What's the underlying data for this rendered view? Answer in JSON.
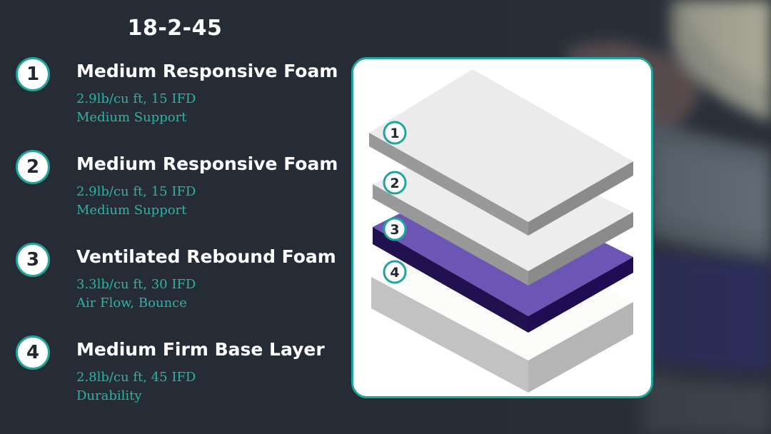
{
  "title": "18-2-45",
  "layers": [
    {
      "number": "1",
      "name": "Medium Responsive Foam",
      "spec_line1": "2.9lb/cu ft, 15 IFD",
      "spec_line2": "Medium Support"
    },
    {
      "number": "2",
      "name": "Medium Responsive Foam",
      "spec_line1": "2.9lb/cu ft, 15 IFD",
      "spec_line2": "Medium Support"
    },
    {
      "number": "3",
      "name": "Ventilated Rebound Foam",
      "spec_line1": "3.3lb/cu ft, 30 IFD",
      "spec_line2": "Air Flow, Bounce"
    },
    {
      "number": "4",
      "name": "Medium Firm Base Layer",
      "spec_line1": "2.8lb/cu ft, 45 IFD",
      "spec_line2": "Durability"
    }
  ],
  "diagram": {
    "labels": [
      "1",
      "2",
      "3",
      "4"
    ],
    "colors": {
      "accent": "#1fa59b",
      "purple_top": "#6b55b5",
      "purple_side": "#1f0d54",
      "white_top": "#ebebeb",
      "white_side": "#8b8b8b"
    }
  },
  "icons": [
    "layer-number-badge"
  ]
}
